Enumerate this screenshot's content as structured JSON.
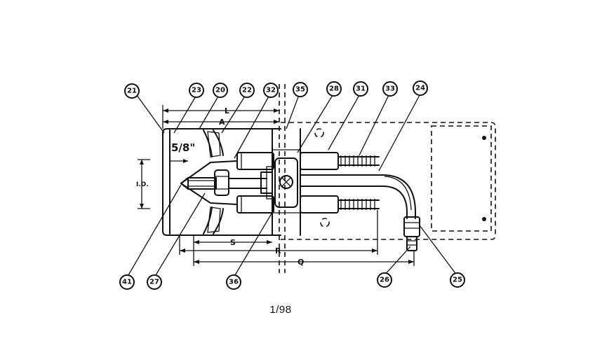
{
  "diagram": {
    "callouts": [
      {
        "id": "c31a",
        "label": "21"
      },
      {
        "id": "c23",
        "label": "23"
      },
      {
        "id": "c20",
        "label": "20"
      },
      {
        "id": "c22",
        "label": "22"
      },
      {
        "id": "c32",
        "label": "32"
      },
      {
        "id": "c35",
        "label": "35"
      },
      {
        "id": "c28",
        "label": "28"
      },
      {
        "id": "c31",
        "label": "31"
      },
      {
        "id": "c33",
        "label": "33"
      },
      {
        "id": "c24",
        "label": "24"
      },
      {
        "id": "c41",
        "label": "41"
      },
      {
        "id": "c27",
        "label": "27"
      },
      {
        "id": "c36",
        "label": "36"
      },
      {
        "id": "c26",
        "label": "26"
      },
      {
        "id": "c25",
        "label": "25"
      }
    ],
    "dimensions": {
      "L": "L",
      "A": "A",
      "five_eighths": "5/8\"",
      "ID": "I.D.",
      "S": "S",
      "R": "R",
      "Q": "Q"
    }
  },
  "page_number": "1/98"
}
